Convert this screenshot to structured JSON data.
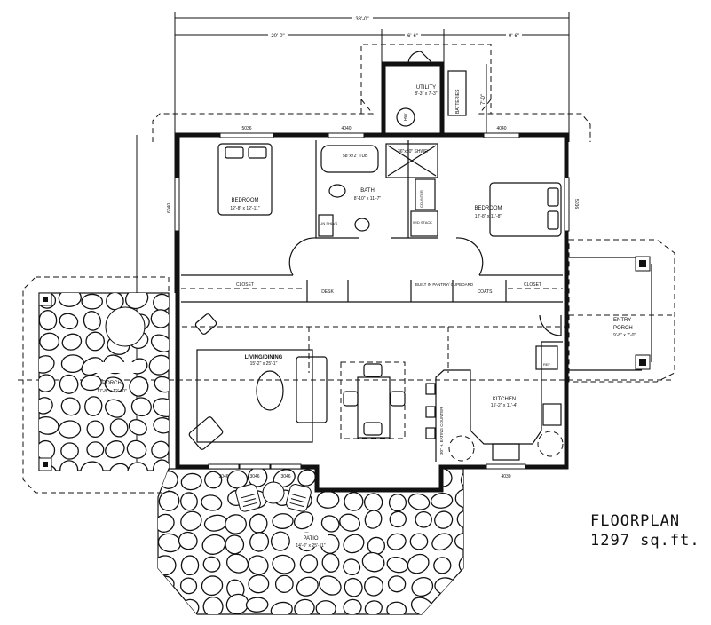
{
  "title": "FLOORPLAN",
  "area": "1297 sq.ft.",
  "dimensions": {
    "overall": "38'-0\"",
    "left": "20'-0\"",
    "middle": "6'-6\"",
    "right": "9'-6\"",
    "utility_depth": "7'-0\""
  },
  "rooms": {
    "utility": {
      "name": "UTILITY",
      "size": "8'-3\" x 7'-3\"",
      "batteries": "BATTERIES",
      "water_heater": "HW"
    },
    "bedroom_left": {
      "name": "BEDROOM",
      "size": "12'-8\" x 12'-11\""
    },
    "bath": {
      "name": "BATH",
      "size": "8'-10\" x 11'-7\"",
      "tub": "58\"x72\" TUB",
      "shower": "36\"x60\" SHWR",
      "linen": "LIN SHLVS",
      "counter": "COUNTER",
      "wd": "W/D STACK"
    },
    "bedroom_right": {
      "name": "BEDROOM",
      "size": "12'-8\" x 11'-8\""
    },
    "closet_left": "CLOSET",
    "desk": "DESK",
    "pantry": "BUILT IN PANTRY/ CUPBOARD",
    "coats": "COATS",
    "closet_right": "CLOSET",
    "living": {
      "name": "LIVING/DINING",
      "size": "15'-2\" x 25'-1\""
    },
    "kitchen": {
      "name": "KITCHEN",
      "size": "15'-2\" x 11'-4\"",
      "counter": "30\" H. EATING COUNTER",
      "fridge": "REF"
    },
    "porch": {
      "name": "PORCH",
      "size": "17'-8\" x 12'-10\""
    },
    "entry_porch": {
      "name": "ENTRY",
      "name2": "PORCH",
      "size": "9'-8\" x 7'-0\""
    },
    "patio": {
      "name": "PATIO",
      "size": "14'-0\" x 25'-11\""
    }
  },
  "windows": [
    "5036",
    "4040",
    "4040",
    "6040",
    "5036",
    "3046",
    "3046",
    "3046",
    "4030"
  ]
}
